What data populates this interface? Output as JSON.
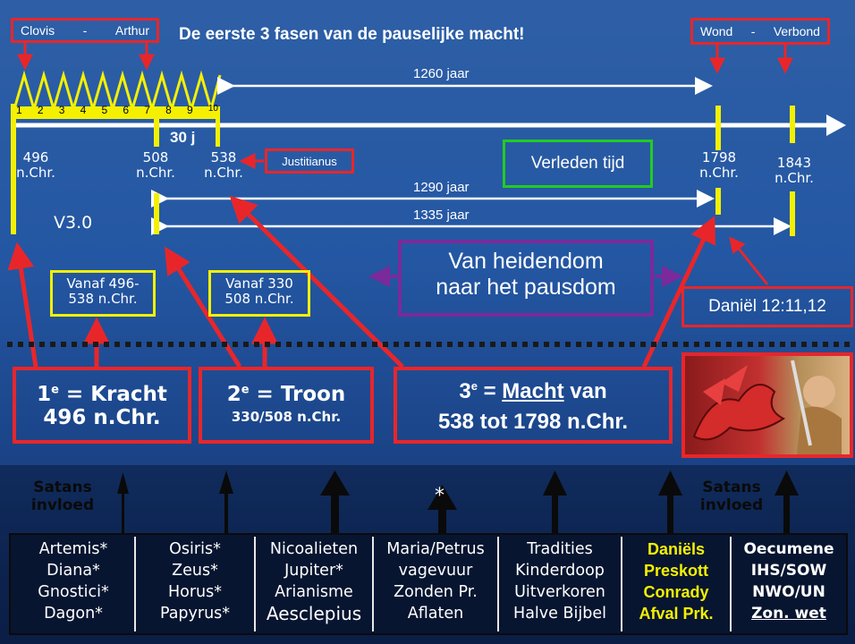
{
  "title": "De eerste 3 fasen van de pauselijke macht!",
  "top_left_box": {
    "left": "Clovis",
    "dash": "-",
    "right": "Arthur"
  },
  "top_right_box": {
    "left": "Wond",
    "dash": "-",
    "right": "Verbond"
  },
  "horns": [
    "1",
    "2",
    "3",
    "4",
    "5",
    "6",
    "7",
    "8",
    "9",
    "10"
  ],
  "periods": {
    "p1260": "1260 jaar",
    "p1290": "1290 jaar",
    "p1335": "1335 jaar",
    "thirty": "30 j"
  },
  "dates": {
    "d496": {
      "year": "496",
      "era": "n.Chr."
    },
    "d508": {
      "year": "508",
      "era": "n.Chr."
    },
    "d538": {
      "year": "538",
      "era": "n.Chr."
    },
    "d1798": {
      "year": "1798",
      "era": "n.Chr."
    },
    "d1843": {
      "year": "1843",
      "era": "n.Chr."
    }
  },
  "justitianus": "Justitianus",
  "verleden": "Verleden tijd",
  "version": "V3.0",
  "vanaf1": {
    "line1": "Vanaf 496-",
    "line2": "538 n.Chr."
  },
  "vanaf2": {
    "line1": "Vanaf 330",
    "line2": "508 n.Chr."
  },
  "heidendom": {
    "line1": "Van heidendom",
    "line2": "naar het pausdom"
  },
  "daniel": "Daniël 12:11,12",
  "phase1": {
    "ord": "1",
    "sup": "e",
    "rest": " = Kracht",
    "line2": "496 n.Chr."
  },
  "phase2": {
    "ord": "2",
    "sup": "e",
    "rest": " = Troon",
    "line2": "330/508 n.Chr."
  },
  "phase3": {
    "ord": "3",
    "sup": "e",
    "eq": " = ",
    "underlined": "Macht",
    "rest": " van",
    "line2": "538 tot 1798 n.Chr."
  },
  "satans_left": {
    "line1": "Satans",
    "line2": "invloed"
  },
  "satans_right": {
    "line1": "Satans",
    "line2": "invloed"
  },
  "asterisk": "*",
  "columns": [
    {
      "items": [
        "Artemis*",
        "Diana*",
        "Gnostici*",
        "Dagon*"
      ]
    },
    {
      "items": [
        "Osiris*",
        "Zeus*",
        "Horus*",
        "Papyrus*"
      ]
    },
    {
      "items": [
        "Nicoalieten",
        "Jupiter*",
        "Arianisme",
        "Aesclepius"
      ]
    },
    {
      "items": [
        "Maria/Petrus",
        "vagevuur",
        "Zonden Pr.",
        "Aflaten"
      ]
    },
    {
      "items": [
        "Tradities",
        "Kinderdoop",
        "Uitverkoren",
        "Halve Bijbel"
      ]
    },
    {
      "items": [
        "Daniëls",
        "Preskott",
        "Conrady",
        "Afval Prk."
      ]
    },
    {
      "items": [
        "Oecumene",
        "IHS/SOW",
        "NWO/UN",
        "Zon. wet"
      ]
    }
  ],
  "colors": {
    "red": "#e8262a",
    "yellow": "#f4f000",
    "green": "#22cc22",
    "purple": "#7a2a9a",
    "dark": "#071530"
  }
}
